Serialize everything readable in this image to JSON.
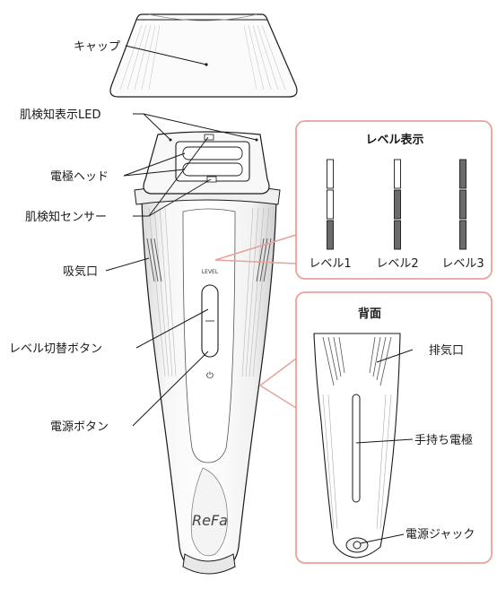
{
  "labels": {
    "cap": "キャップ",
    "skin_led": "肌検知表示LED",
    "electrode_head": "電極ヘッド",
    "skin_sensor": "肌検知センサー",
    "air_intake": "吸気口",
    "level_button": "レベル切替ボタン",
    "power_button": "電源ボタン"
  },
  "device": {
    "level_text": "LEVEL",
    "power_symbol": "⏻",
    "logo_text": "ReFa"
  },
  "level_panel": {
    "title": "レベル表示",
    "levels": [
      {
        "label": "レベル1",
        "lit_segments": 1
      },
      {
        "label": "レベル2",
        "lit_segments": 2
      },
      {
        "label": "レベル3",
        "lit_segments": 3
      }
    ]
  },
  "back_panel": {
    "title": "背面",
    "exhaust": "排気口",
    "hand_electrode": "手持ち電極",
    "power_jack": "電源ジャック"
  },
  "colors": {
    "panel_border": "#e8a39b",
    "led_on": "#6b6b6b",
    "line": "#1a1a1a"
  }
}
